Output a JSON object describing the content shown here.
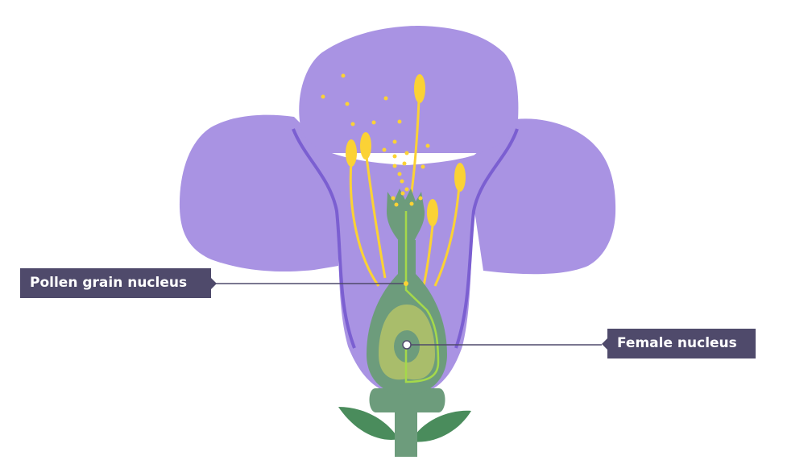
{
  "diagram": {
    "subject": "Flower fertilisation: pollen tube growing down style to ovule",
    "colors": {
      "petal": "#a993e3",
      "petal_edge": "#7b5fd1",
      "pistil": "#6d9c7c",
      "ovule": "#a9bd6b",
      "pollen_tube": "#a5d94a",
      "stamen": "#fbd235",
      "leaf": "#4a8c5c",
      "label_bg": "#4f4a6b",
      "label_text": "#ffffff",
      "leader_line": "#4f4a6b"
    },
    "labels": [
      {
        "id": "pollen-grain-nucleus",
        "text": "Pollen grain nucleus",
        "side": "left"
      },
      {
        "id": "female-nucleus",
        "text": "Female nucleus",
        "side": "right"
      }
    ]
  }
}
